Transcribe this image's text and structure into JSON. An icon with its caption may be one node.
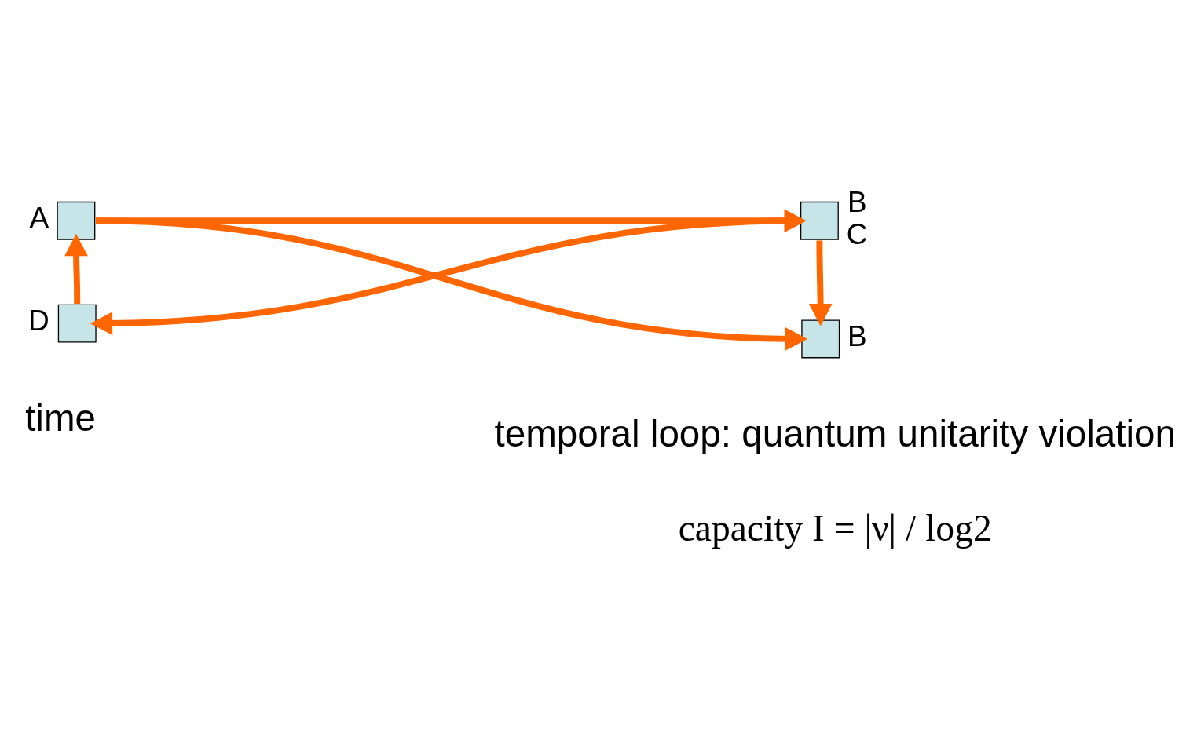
{
  "diagram": {
    "nodes": [
      {
        "text": [
          "A"
        ]
      },
      {
        "text": [
          "B",
          "C"
        ]
      },
      {
        "text": [
          "D"
        ]
      },
      {
        "text": [
          "B"
        ]
      }
    ],
    "edges": [
      {
        "from": 0,
        "to": 1,
        "arrow": "to"
      },
      {
        "from": 0,
        "to": 3,
        "arrow": "to"
      },
      {
        "from": 1,
        "to": 2,
        "arrow": "to"
      },
      {
        "from": 1,
        "to": 3,
        "arrow": "to"
      },
      {
        "from": 2,
        "to": 0,
        "arrow": "to"
      }
    ],
    "labels": [
      "time",
      "temporal loop: quantum unitarity violation",
      "capacity I = |ν| / log2"
    ]
  }
}
